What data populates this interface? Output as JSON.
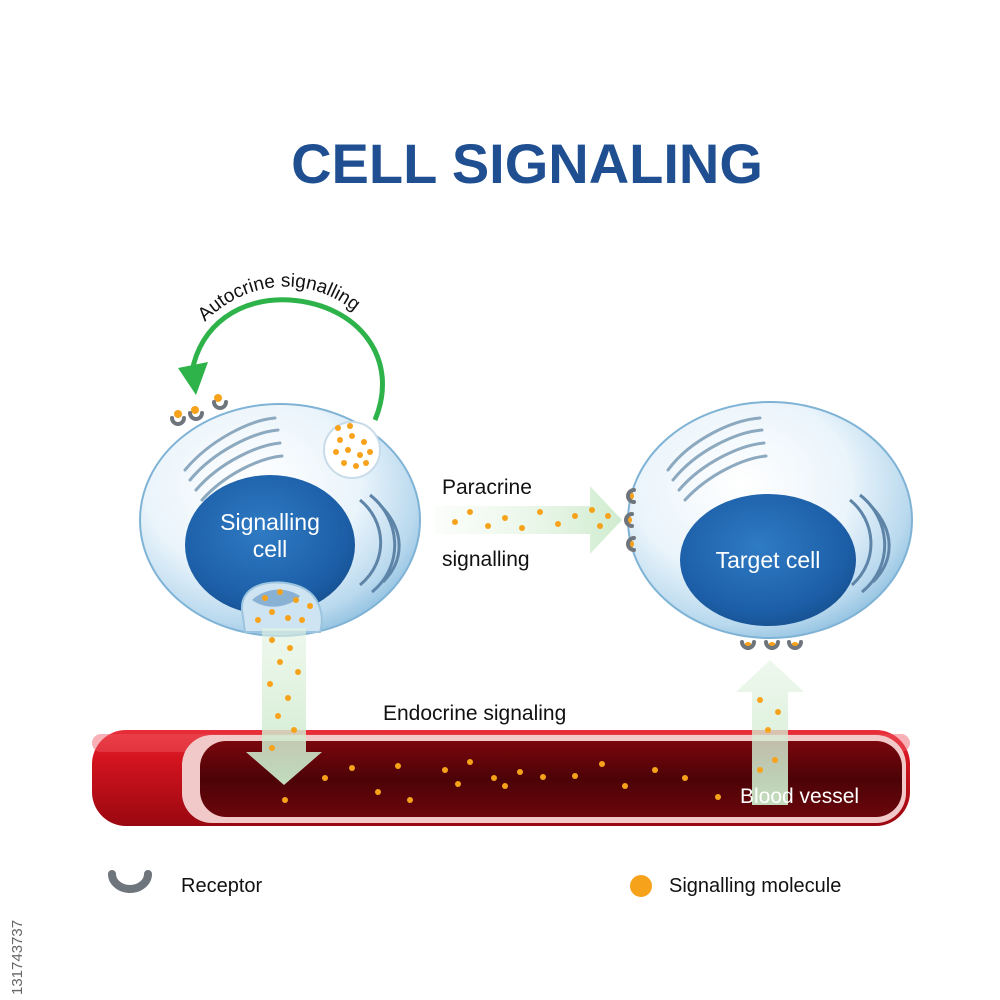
{
  "title": "CELL SIGNALING",
  "labels": {
    "autocrine": "Autocrine signalling",
    "paracrine_line1": "Paracrine",
    "paracrine_line2": "signalling",
    "endocrine": "Endocrine signaling",
    "signalling_cell_line1": "Signalling",
    "signalling_cell_line2": "cell",
    "target_cell": "Target cell",
    "blood_vessel": "Blood vessel"
  },
  "legend": {
    "receptor": "Receptor",
    "molecule": "Signalling molecule"
  },
  "watermark_id": "131743737",
  "colors": {
    "title": "#1f4f91",
    "nucleus": "#1c5fa8",
    "molecule": "#f7a21b",
    "receptor": "#6f757c",
    "arrow_green": "#2db34a",
    "vessel_red": "#c8101e",
    "vessel_dark": "#5a0508"
  }
}
